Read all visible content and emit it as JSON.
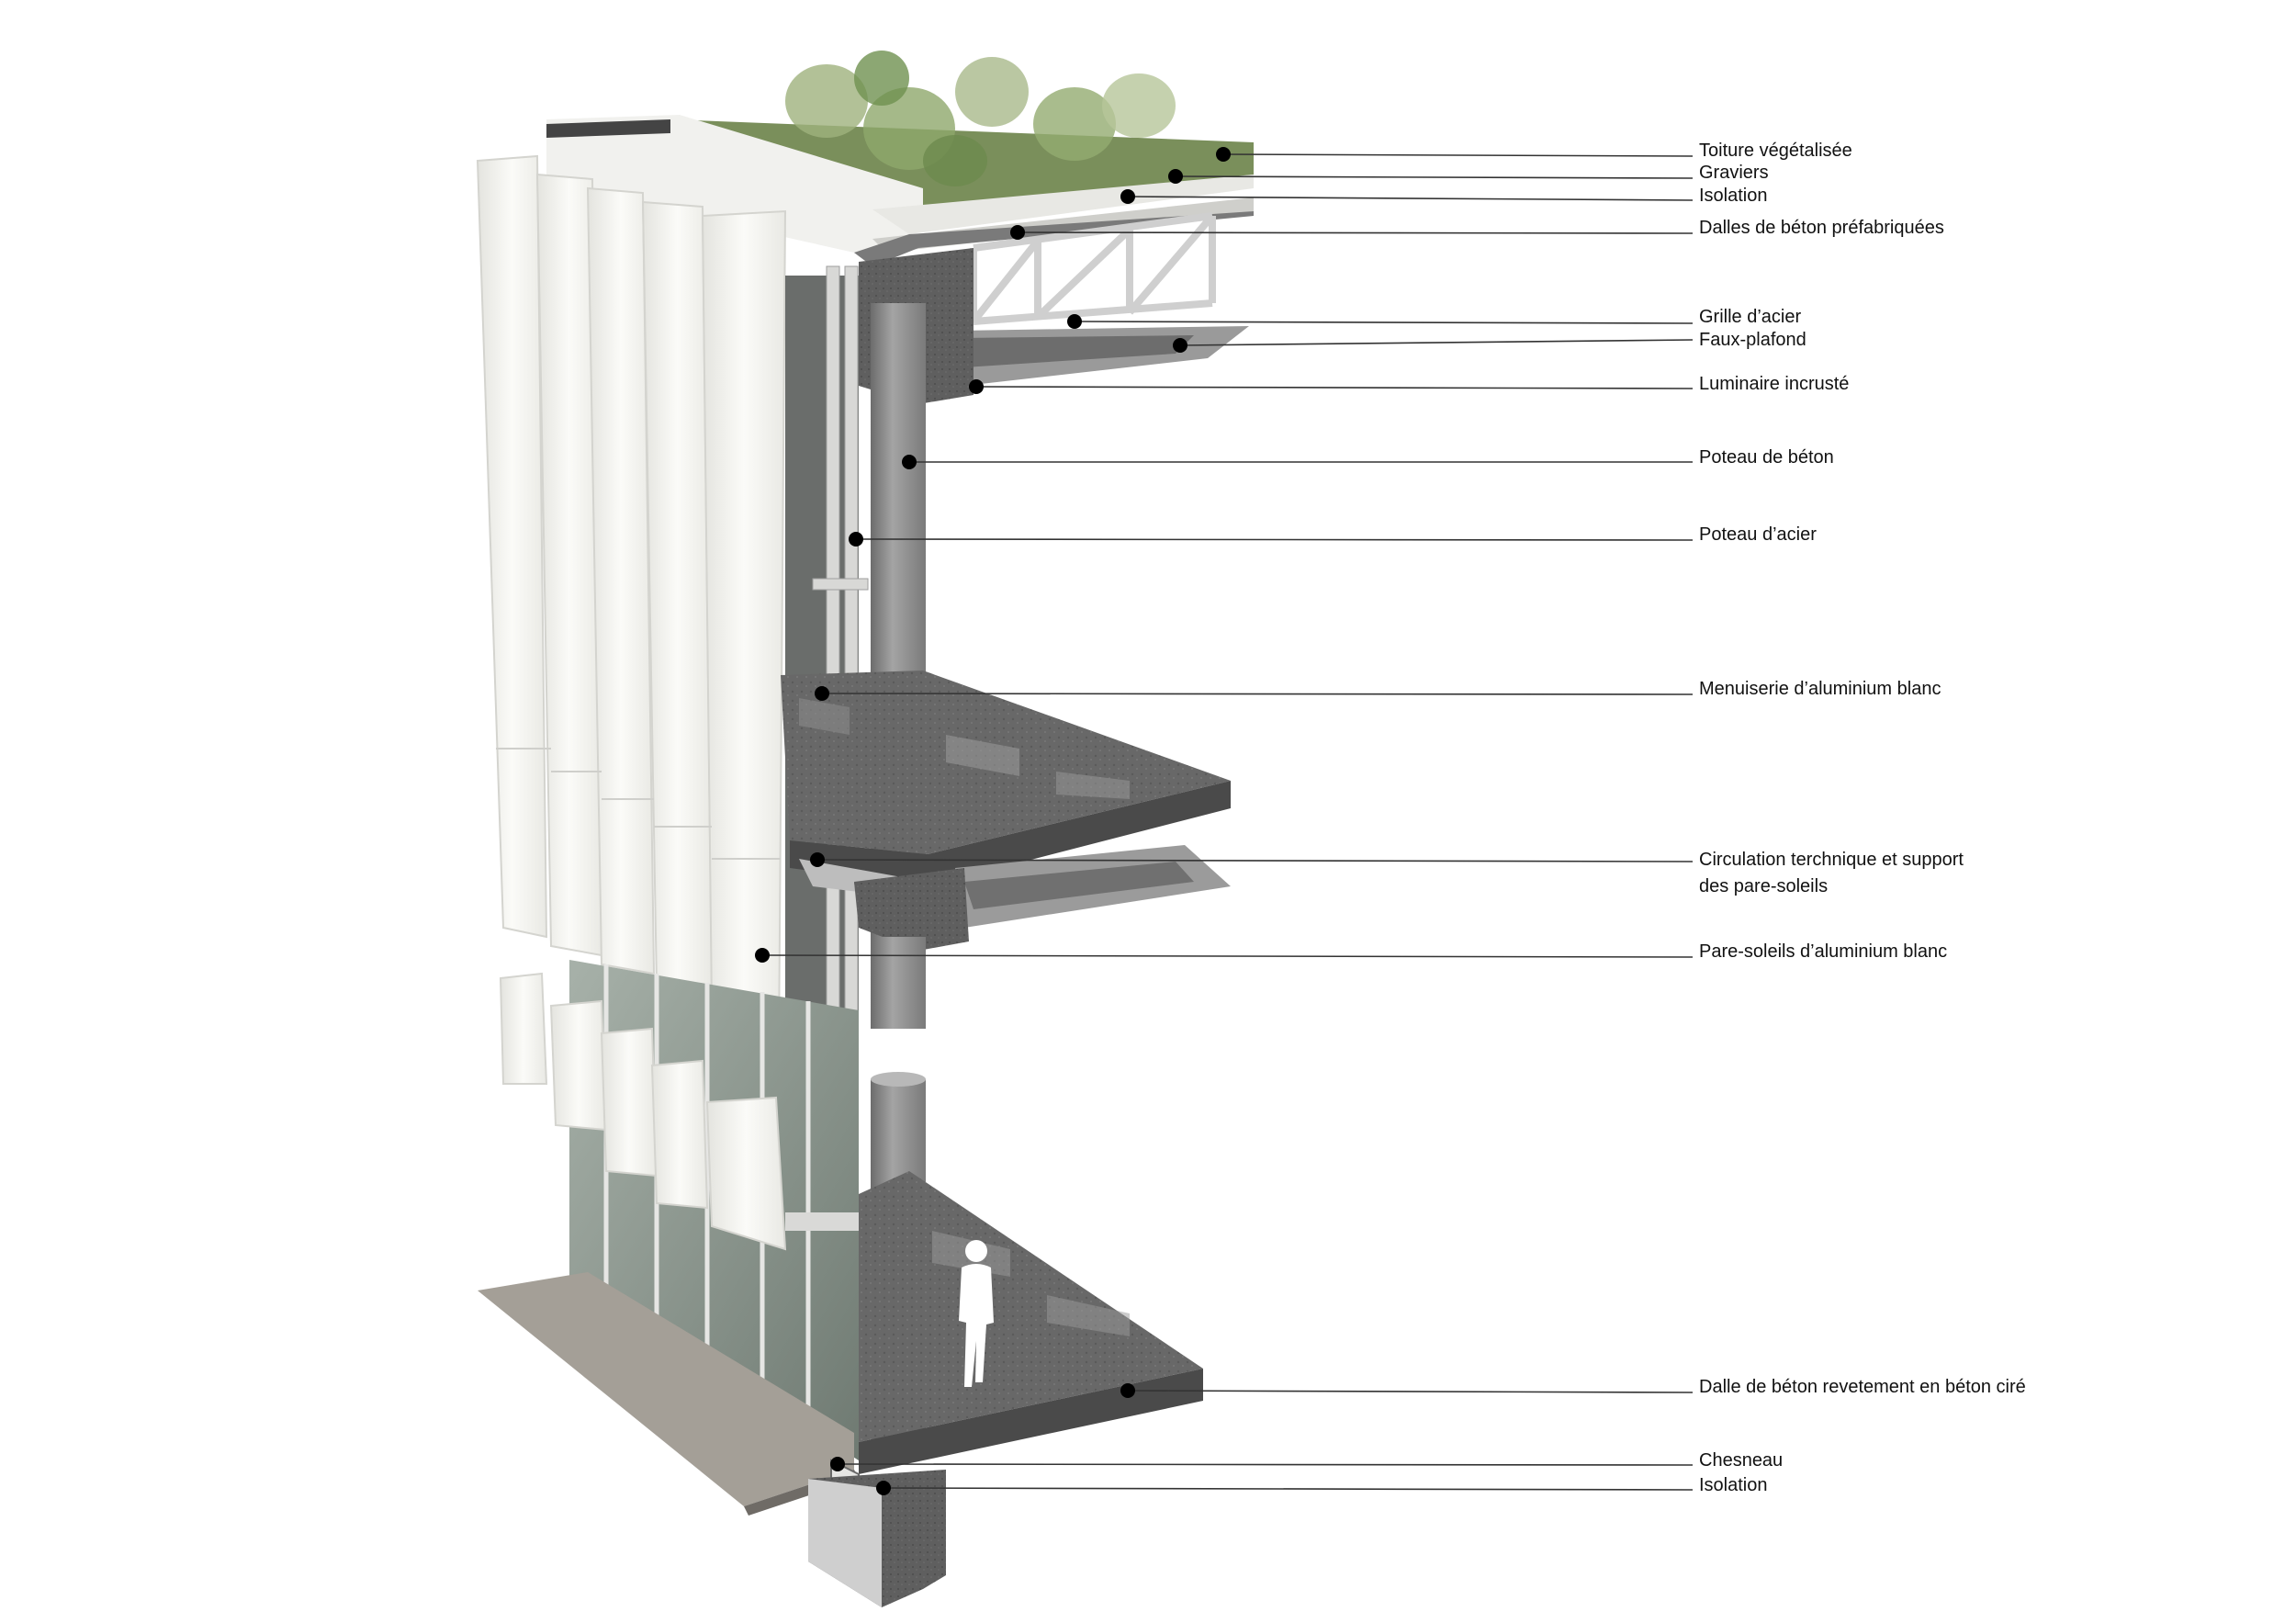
{
  "colors": {
    "leader_line": "#333333",
    "leader_dot": "#000000",
    "label_text": "#111111",
    "concrete_dark": "#5e5e5e",
    "concrete_mid": "#7a7a7a",
    "concrete_light": "#a9a9a9",
    "panel_white": "#f2f2ee",
    "glass": "#8d978f",
    "green_roof": "#6f8a4c"
  },
  "labels": {
    "toiture_vegetalisee": "Toiture végétalisée",
    "graviers": "Graviers",
    "isolation_toit": "Isolation",
    "dalles_prefabriquees": "Dalles de béton préfabriquées",
    "grille_acier": "Grille d’acier",
    "faux_plafond": "Faux-plafond",
    "luminaire": "Luminaire incrusté",
    "poteau_beton": "Poteau de béton",
    "poteau_acier": "Poteau d’acier",
    "menuiserie": "Menuiserie d’aluminium blanc",
    "circulation_1": "Circulation terchnique et support",
    "circulation_2": "des pare-soleils",
    "pare_soleils": "Pare-soleils d’aluminium blanc",
    "dalle_beton_cire": "Dalle de béton revetement en béton ciré",
    "chesneau": "Chesneau",
    "isolation_bas": "Isolation"
  }
}
